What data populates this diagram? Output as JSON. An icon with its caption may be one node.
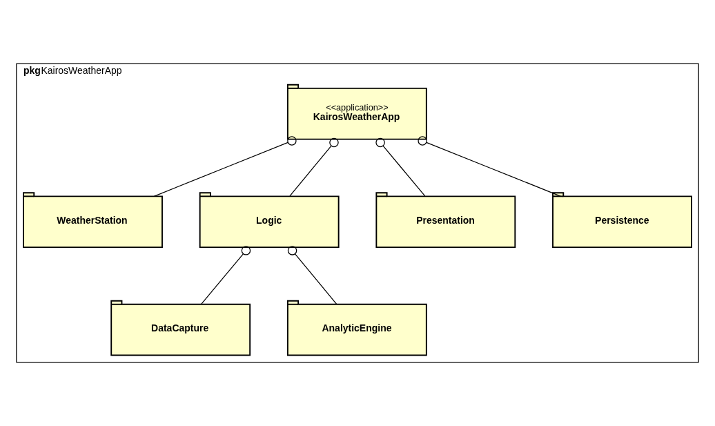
{
  "diagram": {
    "nodes": [
      {
        "text": [
          "pkg",
          "KairosWeatherApp"
        ]
      },
      {
        "text": [
          "WeatherStation"
        ],
        "in": 0
      },
      {
        "text": [
          "<<application>>",
          "KairosWeatherApp"
        ],
        "in": 0
      },
      {
        "text": [
          "Logic"
        ],
        "in": 0
      },
      {
        "text": [
          "Presentation"
        ],
        "in": 0
      },
      {
        "text": [
          "Persistence"
        ],
        "in": 0
      },
      {
        "text": [
          "DataCapture"
        ],
        "in": 0
      },
      {
        "text": [
          "AnalyticEngine"
        ],
        "in": 0
      }
    ],
    "edges": [
      {
        "from": 2,
        "to": 1,
        "arrow": "other"
      },
      {
        "from": 2,
        "to": 3,
        "arrow": "other"
      },
      {
        "from": 2,
        "to": 4,
        "arrow": "other"
      },
      {
        "from": 2,
        "to": 5,
        "arrow": "other"
      },
      {
        "from": 3,
        "to": 6,
        "arrow": "other"
      },
      {
        "from": 3,
        "to": 7,
        "arrow": "other"
      }
    ]
  }
}
